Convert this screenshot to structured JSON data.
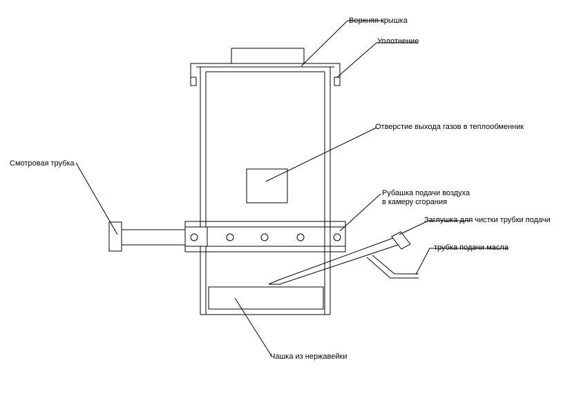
{
  "labels": {
    "top_cover": "Верхняя крышка",
    "seal": "Уплотнение",
    "gas_outlet": "Отверстие выхода газов в теплообменник",
    "sight_tube": "Смотровая трубка",
    "air_jacket_line1": "Рубашка подачи воздуха",
    "air_jacket_line2": "в камеру сгорания",
    "cleaning_plug": "Заглушка для чистки трубки подачи",
    "oil_feed_tube": "трубка подачи масла",
    "stainless_cup": "Чашка из нержавейки"
  },
  "colors": {
    "line": "#000000",
    "background": "#ffffff"
  }
}
